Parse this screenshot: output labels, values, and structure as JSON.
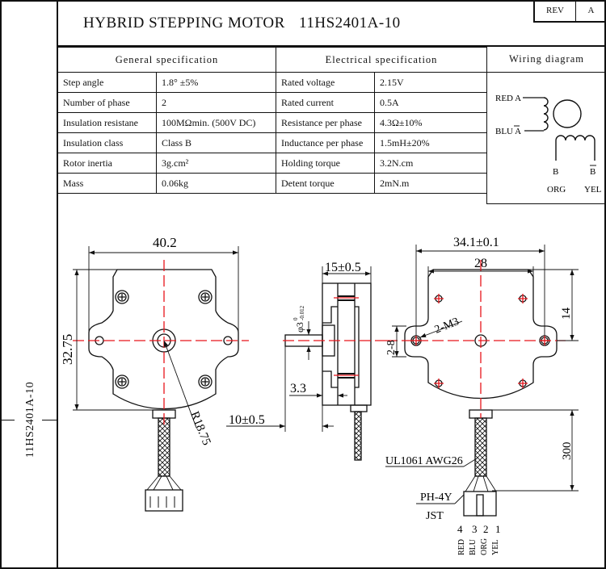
{
  "title_block": {
    "title": "HYBRID STEPPING MOTOR",
    "model": "11HS2401A-10",
    "rev_label": "REV",
    "rev_value": "A",
    "side_label": "11HS2401A-10"
  },
  "general_spec": {
    "header": "General specification",
    "rows": [
      {
        "label": "Step angle",
        "value": "1.8°  ±5%"
      },
      {
        "label": "Number of phase",
        "value": "2"
      },
      {
        "label": "Insulation resistane",
        "value": "100MΩmin. (500V DC)"
      },
      {
        "label": "Insulation class",
        "value": "Class B"
      },
      {
        "label": "Rotor inertia",
        "value": "3g.cm²"
      },
      {
        "label": "Mass",
        "value": "0.06kg"
      }
    ]
  },
  "electrical_spec": {
    "header": "Electrical specification",
    "rows": [
      {
        "label": "Rated voltage",
        "value": "2.15V"
      },
      {
        "label": "Rated current",
        "value": "0.5A"
      },
      {
        "label": "Resistance per phase",
        "value": "4.3Ω±10%"
      },
      {
        "label": "Inductance per phase",
        "value": "1.5mH±20%"
      },
      {
        "label": "Holding torque",
        "value": "3.2N.cm"
      },
      {
        "label": "Detent torque",
        "value": "2mN.m"
      }
    ]
  },
  "wiring": {
    "header": "Wiring diagram",
    "red_a": "RED A",
    "blu_a": "BLU A",
    "b": "B",
    "b_bar": "B",
    "org": "ORG",
    "yel": "YEL"
  },
  "dimensions": {
    "front_width": "40.2",
    "front_height": "32.75",
    "radius": "R18.75",
    "side_thickness": "15±0.5",
    "shaft_diameter": "φ3",
    "shaft_tol_upper": "0",
    "shaft_tol_lower": "-0.012",
    "shaft_step": "3.3",
    "shaft_length": "10±0.5",
    "mount_span": "34.1±0.1",
    "hole_span": "28",
    "hole_offset": "14",
    "mount_hole": "2-M3",
    "mount_width": "2-8",
    "lead_length": "300",
    "cable": "UL1061 AWG26",
    "connector": "PH-4Y",
    "connector_maker": "JST"
  },
  "pinout": [
    {
      "pin": "4",
      "color": "RED"
    },
    {
      "pin": "3",
      "color": "BLU"
    },
    {
      "pin": "2",
      "color": "ORG"
    },
    {
      "pin": "1",
      "color": "YEL"
    }
  ],
  "colors": {
    "line": "#111111",
    "centerline": "#e8141b"
  }
}
